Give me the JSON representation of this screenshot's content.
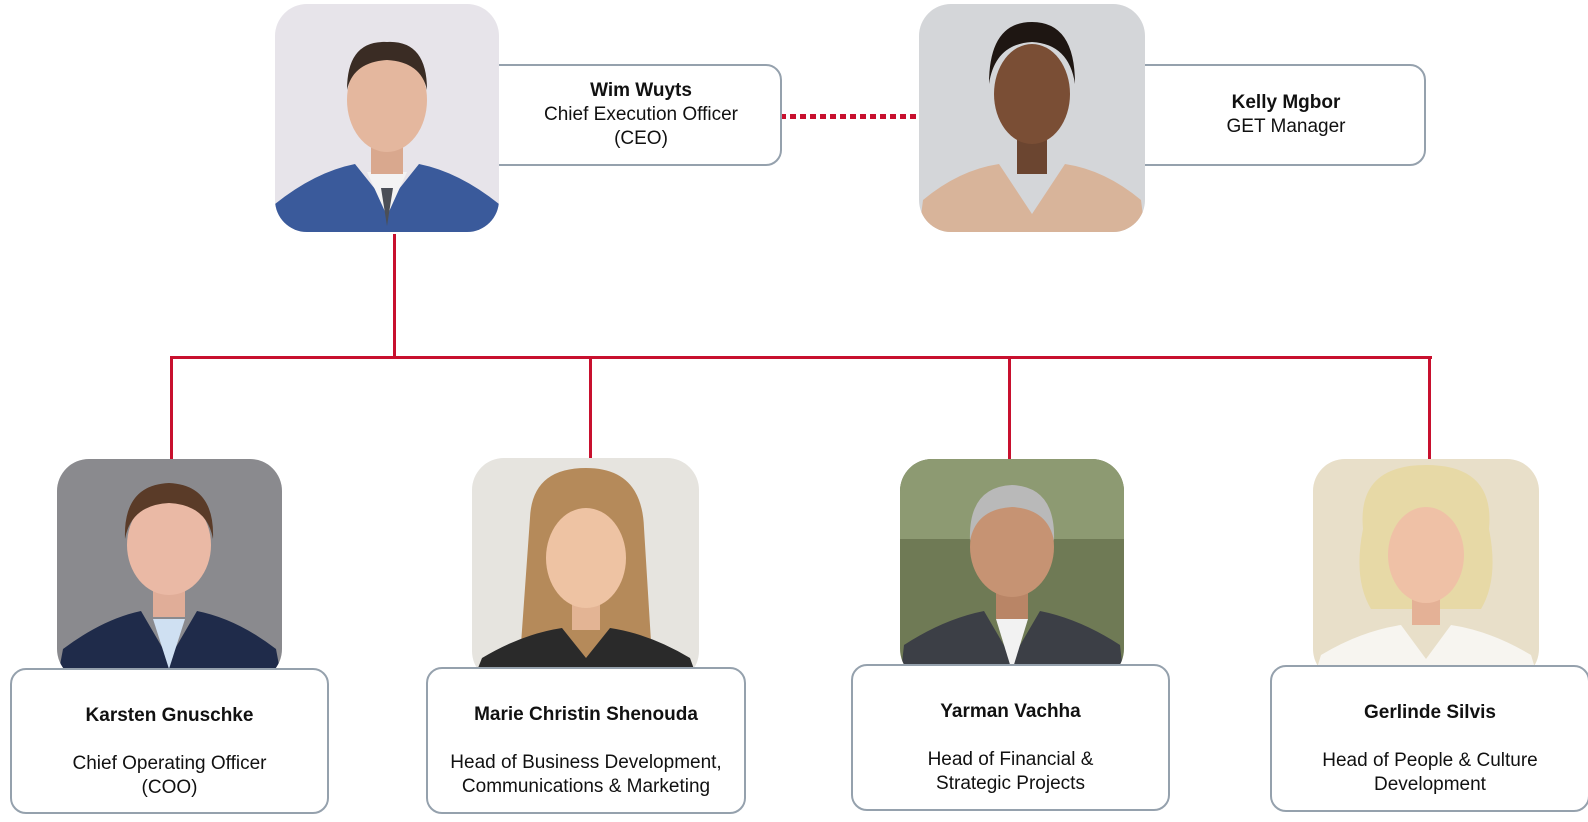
{
  "colors": {
    "connector": "#c8102e",
    "card_border": "#95a1ad"
  },
  "ceo": {
    "name": "Wim Wuyts",
    "title_line1": "Chief Execution Officer",
    "title_line2": "(CEO)"
  },
  "assistant": {
    "name": "Kelly Mgbor",
    "title": "GET Manager"
  },
  "reports": [
    {
      "name": "Karsten Gnuschke",
      "title_line1": "Chief Operating Officer",
      "title_line2": "(COO)"
    },
    {
      "name": "Marie Christin Shenouda",
      "title_line1": "Head of Business Development,",
      "title_line2": "Communications & Marketing"
    },
    {
      "name": "Yarman Vachha",
      "title_line1": "Head of Financial &",
      "title_line2": "Strategic Projects"
    },
    {
      "name": "Gerlinde Silvis",
      "title_line1": "Head of People & Culture",
      "title_line2": "Development"
    }
  ]
}
